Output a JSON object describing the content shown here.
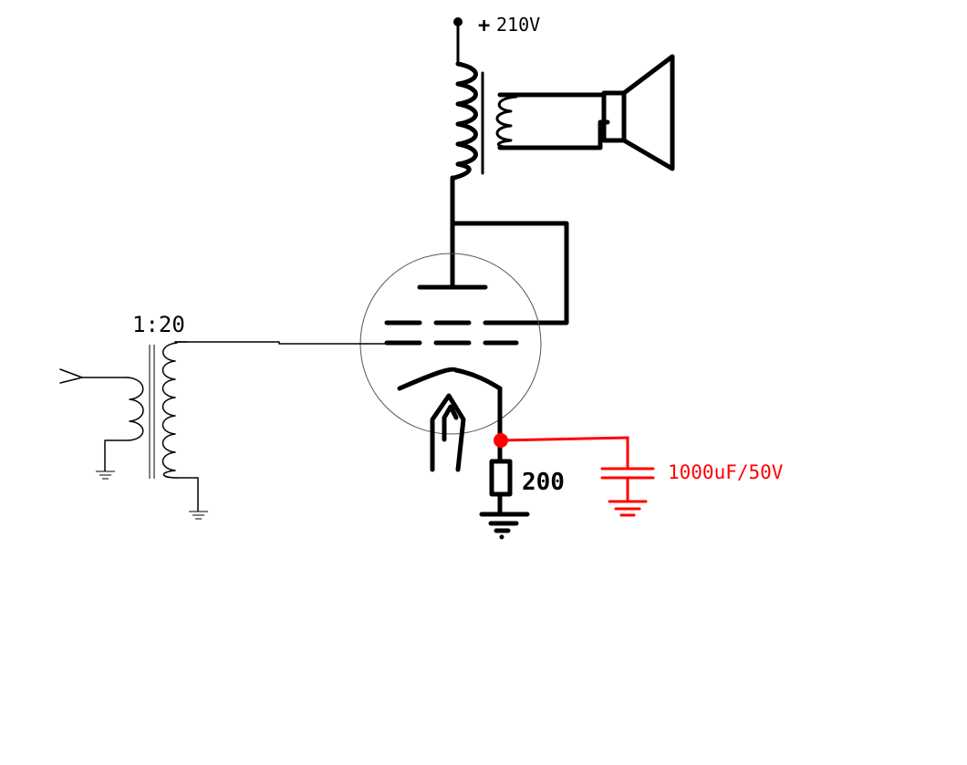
{
  "labels": {
    "supply_voltage": "210V",
    "supply_plus": "+",
    "transformer_ratio": "1:20",
    "cathode_resistor": "200",
    "bypass_capacitor": "1000uF/50V"
  },
  "colors": {
    "wire": "#000000",
    "added_bypass": "#ff0000",
    "tube_envelope": "#555555"
  },
  "icons": {
    "loudspeaker": "speaker-icon",
    "ground": "ground-icon",
    "input_arrow": "input-arrow-icon"
  }
}
